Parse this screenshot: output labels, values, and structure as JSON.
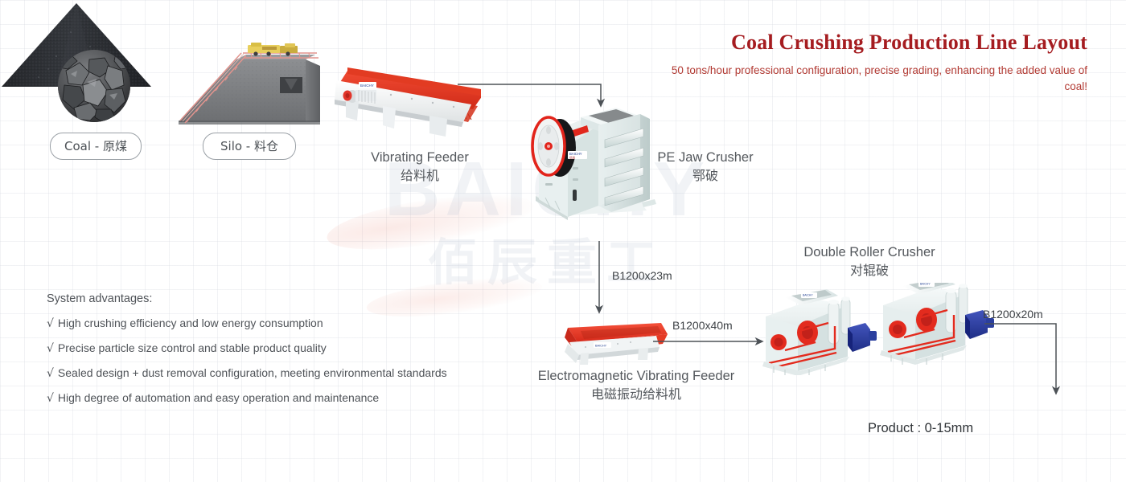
{
  "header": {
    "title": "Coal Crushing Production Line Layout",
    "subtitle": "50 tons/hour professional configuration, precise grading, enhancing the added value of coal!",
    "title_color": "#a51c20",
    "subtitle_color": "#b23a33"
  },
  "watermark": {
    "latin": "BAICHY",
    "cjk": "佰辰重工"
  },
  "nodes": {
    "coal": {
      "pill": "Coal - 原煤"
    },
    "silo": {
      "pill": "Silo - 料仓"
    },
    "vibrating_feeder": {
      "en": "Vibrating Feeder",
      "zh": "给料机"
    },
    "jaw_crusher": {
      "en": "PE Jaw Crusher",
      "zh": "鄂破"
    },
    "em_feeder": {
      "en": "Electromagnetic Vibrating Feeder",
      "zh": "电磁振动给料机"
    },
    "roller_crusher": {
      "en": "Double Roller Crusher",
      "zh": "对辊破"
    }
  },
  "conveyors": {
    "vertical_jaw_to_emfeeder": "B1200x23m",
    "emfeeder_to_rollers": "B1200x40m",
    "rollers_to_product": "B1200x20m"
  },
  "product": {
    "label": "Product : 0-15mm"
  },
  "advantages": {
    "title": "System advantages:",
    "bullet": "√",
    "items": [
      "High crushing efficiency and low energy consumption",
      "Precise particle size control and stable product quality",
      "Sealed design + dust removal configuration, meeting environmental standards",
      "High degree of automation and easy operation and maintenance"
    ]
  },
  "colors": {
    "brand_red": "#a51c20",
    "machine_red": "#e8352a",
    "motor_blue": "#2b3f9e",
    "grid": "#d2d6de",
    "text": "#54585d"
  }
}
